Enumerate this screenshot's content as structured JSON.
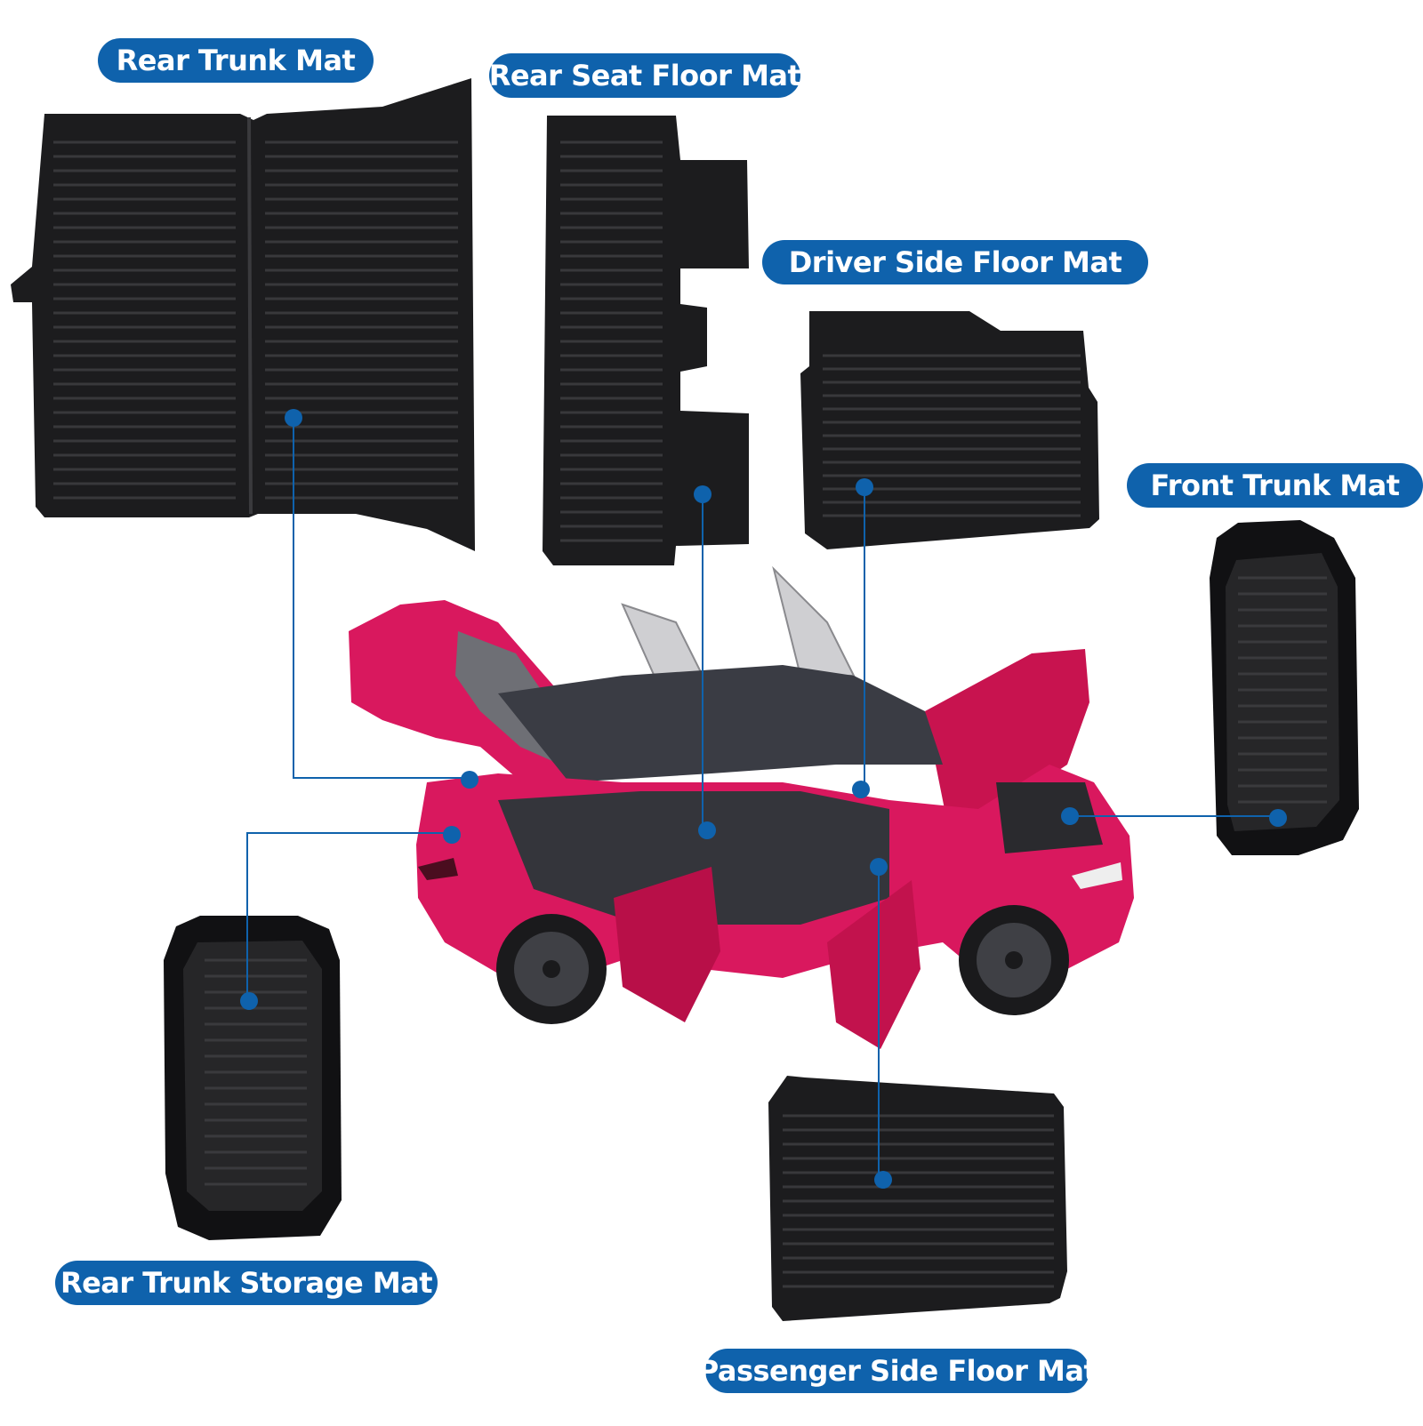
{
  "colors": {
    "accent": "#0f62ac",
    "mat": "#1c1c1e",
    "mat_ridge": "#3a3a3d",
    "car_body": "#d9185e",
    "background": "#ffffff"
  },
  "labels": {
    "rear_trunk_mat": "Rear Trunk Mat",
    "rear_seat_floor_mat": "Rear Seat Floor Mat",
    "driver_side_floor_mat": "Driver Side Floor Mat",
    "front_trunk_mat": "Front Trunk Mat",
    "rear_trunk_storage_mat": "Rear Trunk Storage Mat",
    "passenger_side_floor_mat": "Passenger Side Floor Mat"
  }
}
